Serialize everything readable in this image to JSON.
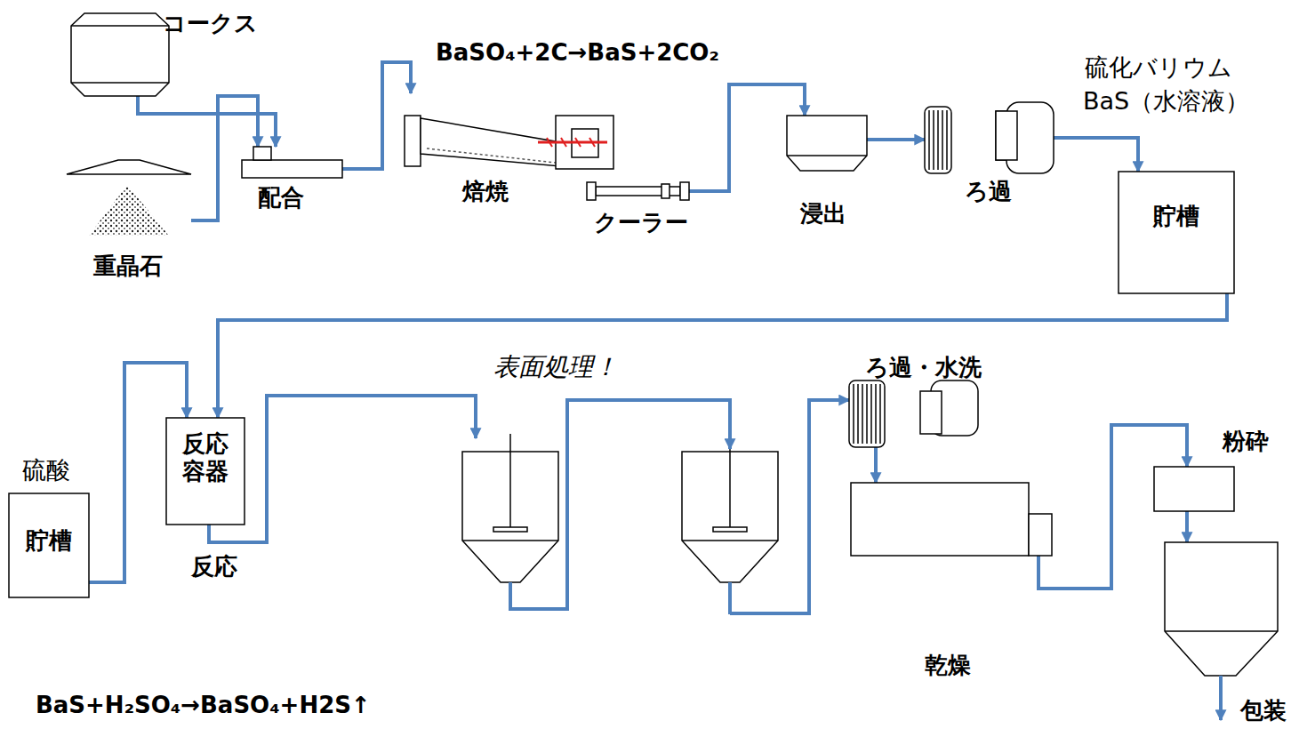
{
  "diagram": {
    "nodes": [
      {
        "text": [
          "コークス"
        ]
      },
      {
        "text": [
          "重晶石"
        ]
      },
      {
        "text": [
          "配合"
        ]
      },
      {
        "text": [
          "焙焼"
        ]
      },
      {
        "text": [
          "クーラー"
        ]
      },
      {
        "text": [
          "浸出"
        ]
      },
      {
        "text": [
          "ろ過"
        ]
      },
      {
        "text": [
          "貯槽"
        ]
      },
      {
        "text": [
          "硫酸",
          "貯槽"
        ]
      },
      {
        "text": [
          "反応容器",
          "反応"
        ]
      },
      {
        "text": [
          "表面処理！"
        ]
      },
      {
        "text": [
          "ろ過・水洗"
        ]
      },
      {
        "text": [
          "乾燥"
        ]
      },
      {
        "text": [
          "粉砕"
        ]
      },
      {
        "text": [
          "包装"
        ]
      }
    ],
    "edges": [
      {
        "from": 0,
        "to": 2,
        "arrow": "to"
      },
      {
        "from": 1,
        "to": 2,
        "arrow": "to"
      },
      {
        "from": 2,
        "to": 3,
        "arrow": "to"
      },
      {
        "from": 4,
        "to": 5,
        "arrow": "to"
      },
      {
        "from": 5,
        "to": 6,
        "arrow": "to"
      },
      {
        "from": 6,
        "to": 7,
        "arrow": "to"
      },
      {
        "from": 7,
        "to": 9,
        "arrow": "to"
      },
      {
        "from": 8,
        "to": 9,
        "arrow": "to"
      },
      {
        "from": 9,
        "to": 10,
        "arrow": "to"
      },
      {
        "from": 10,
        "to": 11,
        "arrow": "to"
      },
      {
        "from": 11,
        "to": 12,
        "arrow": "to"
      },
      {
        "from": 12,
        "to": 13,
        "arrow": "to"
      },
      {
        "from": 13,
        "to": 14,
        "arrow": "to"
      }
    ],
    "labels": [
      "BaSO₄+2C→BaS+2CO₂",
      "硫化バリウム",
      "BaS（水溶液）",
      "BaS+H₂SO₄→BaSO₄+H2S↑"
    ]
  }
}
